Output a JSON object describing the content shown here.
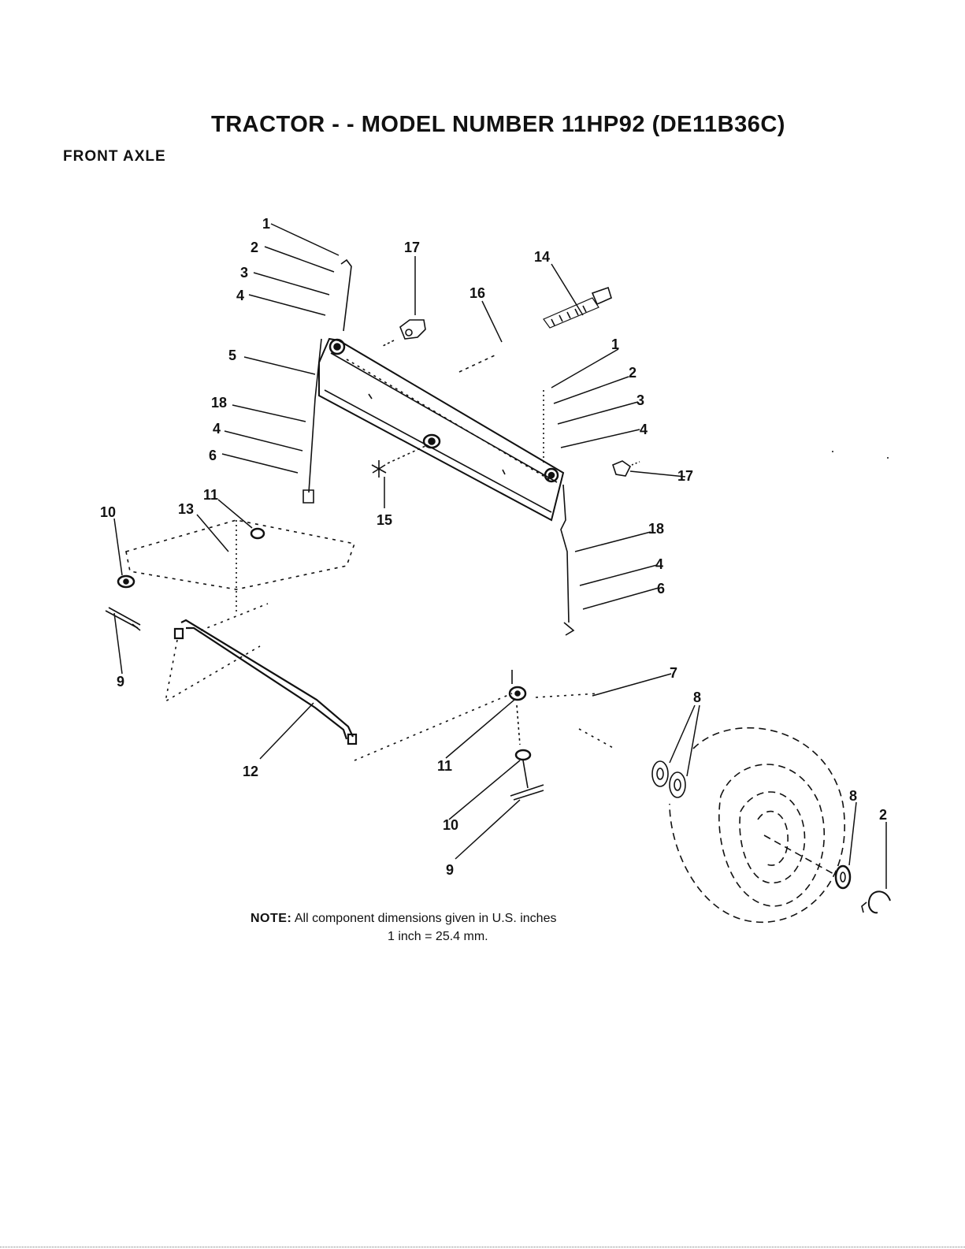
{
  "page": {
    "title": "TRACTOR - - MODEL NUMBER 11HP92   (DE11B36C)",
    "section": "FRONT AXLE"
  },
  "callouts": {
    "c1": "1",
    "c2": "2",
    "c3": "3",
    "c4": "4",
    "c5": "5",
    "c18": "18",
    "c4b": "4",
    "c6": "6",
    "c17": "17",
    "c16": "16",
    "c14": "14",
    "r1": "1",
    "r2": "2",
    "r3": "3",
    "r4": "4",
    "r17": "17",
    "c15": "15",
    "r18": "18",
    "r4b": "4",
    "r6": "6",
    "c10": "10",
    "c13": "13",
    "c11": "11",
    "c9": "9",
    "c12": "12",
    "r7": "7",
    "r8": "8",
    "r11": "11",
    "r10": "10",
    "r9": "9",
    "r8b": "8",
    "r2b": "2"
  },
  "note": {
    "label": "NOTE:",
    "text": "All component dimensions given in U.S. inches",
    "conversion": "1 inch = 25.4 mm."
  }
}
